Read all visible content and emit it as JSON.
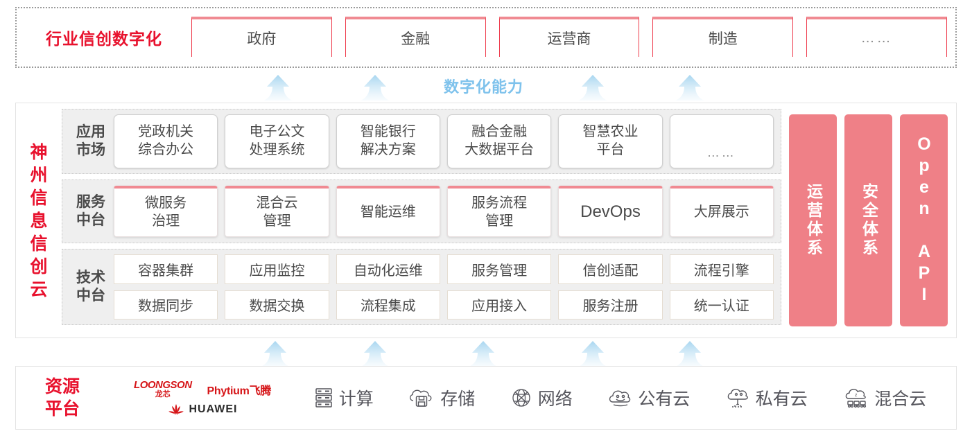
{
  "industry": {
    "title": "行业信创数字化",
    "cards": [
      {
        "label": "政府"
      },
      {
        "label": "金融"
      },
      {
        "label": "运营商"
      },
      {
        "label": "制造"
      },
      {
        "label": "……"
      }
    ]
  },
  "capability": {
    "label": "数字化能力",
    "arrow_count": 4,
    "arrow_color": "#cfe8f7"
  },
  "cloud": {
    "title": "神州信息信创云",
    "layers": [
      {
        "name": "app-market",
        "label": "应用市场",
        "cards": [
          {
            "label": "党政机关\n综合办公"
          },
          {
            "label": "电子公文\n处理系统"
          },
          {
            "label": "智能银行\n解决方案"
          },
          {
            "label": "融合金融\n大数据平台"
          },
          {
            "label": "智慧农业\n平台"
          },
          {
            "label": "……"
          }
        ]
      },
      {
        "name": "service-platform",
        "label": "服务中台",
        "cards": [
          {
            "label": "微服务\n治理"
          },
          {
            "label": "混合云\n管理"
          },
          {
            "label": "智能运维"
          },
          {
            "label": "服务流程\n管理"
          },
          {
            "label": "DevOps"
          },
          {
            "label": "大屏展示"
          }
        ]
      },
      {
        "name": "tech-platform",
        "label": "技术中台",
        "rows": [
          [
            {
              "label": "容器集群"
            },
            {
              "label": "应用监控"
            },
            {
              "label": "自动化运维"
            },
            {
              "label": "服务管理"
            },
            {
              "label": "信创适配"
            },
            {
              "label": "流程引擎"
            }
          ],
          [
            {
              "label": "数据同步"
            },
            {
              "label": "数据交换"
            },
            {
              "label": "流程集成"
            },
            {
              "label": "应用接入"
            },
            {
              "label": "服务注册"
            },
            {
              "label": "统一认证"
            }
          ]
        ]
      }
    ],
    "pillars": [
      {
        "label": "运营体系",
        "type": "cn"
      },
      {
        "label": "安全体系",
        "type": "cn"
      },
      {
        "label": "Open API",
        "type": "en"
      }
    ],
    "pillar_color": "#ef8087"
  },
  "lower_arrows": {
    "arrow_count": 5,
    "arrow_color": "#cfe8f7"
  },
  "resource": {
    "title": "资源平台",
    "vendors": [
      {
        "name": "loongson",
        "en": "LOONGSON",
        "cn": "龙芯"
      },
      {
        "name": "phytium",
        "label": "Phytium飞腾"
      },
      {
        "name": "huawei",
        "label": "HUAWEI"
      }
    ],
    "items": [
      {
        "icon": "server-icon",
        "label": "计算"
      },
      {
        "icon": "cloud-storage-icon",
        "label": "存储"
      },
      {
        "icon": "network-globe-icon",
        "label": "网络"
      },
      {
        "icon": "public-cloud-icon",
        "label": "公有云"
      },
      {
        "icon": "private-cloud-icon",
        "label": "私有云"
      },
      {
        "icon": "hybrid-cloud-icon",
        "label": "混合云"
      }
    ]
  },
  "colors": {
    "brand_red": "#e8112d",
    "pink": "#ef8087",
    "card_pink_top": "#f08a92",
    "arrow_blue": "#cfe8f7",
    "layer_bg": "#efefef"
  }
}
